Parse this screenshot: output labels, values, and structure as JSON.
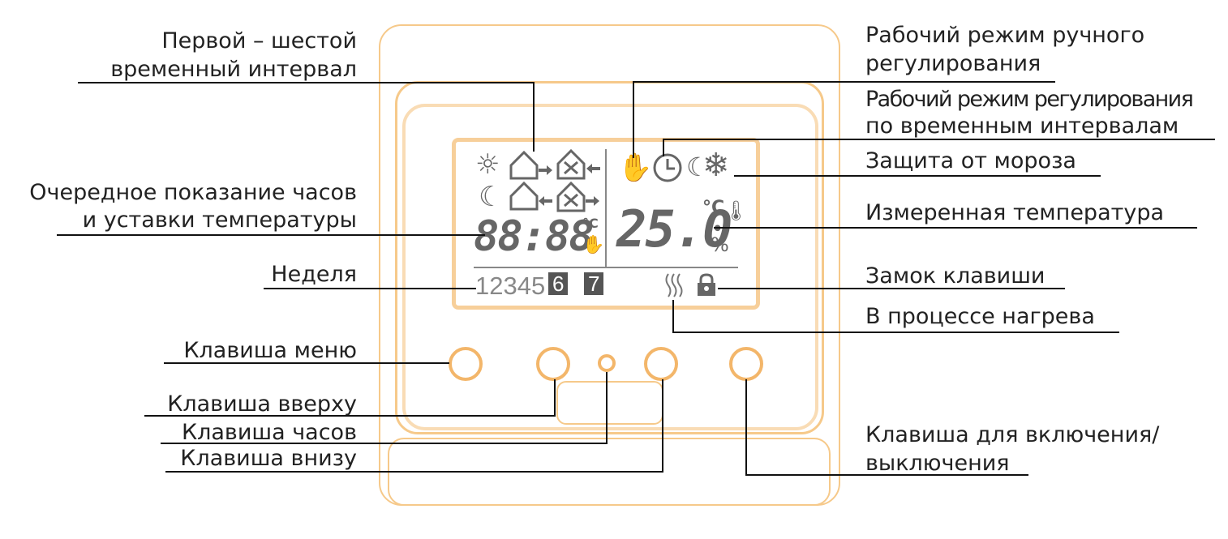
{
  "labels_left": {
    "interval_1": "Первой – шестой",
    "interval_2": "временный интервал",
    "display_1": "Очередное показание часов",
    "display_2": "и уставки температуры",
    "week": "Неделя",
    "menu_key": "Клавиша меню",
    "up_key": "Клавиша вверху",
    "clock_key": "Клавиша часов",
    "down_key": "Клавиша внизу"
  },
  "labels_right": {
    "manual_1": "Рабочий режим ручного",
    "manual_2": "регулирования",
    "interval_mode_1": "Рабочий режим регулирования",
    "interval_mode_2": "по временным интервалам",
    "frost": "Защита от мороза",
    "measured_temp": "Измеренная температура",
    "key_lock": "Замок клавиши",
    "heating": "В процессе нагрева",
    "power_1": "Клавиша для включения/",
    "power_2": "выключения"
  },
  "lcd": {
    "clock_digits": "88:88",
    "clock_unit": "°C",
    "temperature": "25.0",
    "temp_unit": "°C",
    "humidity_unit": "%",
    "week_days": [
      "1",
      "2",
      "3",
      "4",
      "5"
    ],
    "week_days_inverted": [
      "6",
      "7"
    ]
  },
  "icons": {
    "sun": "sun-icon",
    "home_arrive": "home-arrive-icon",
    "home_leave": "home-leave-icon",
    "moon": "moon-icon",
    "hand": "hand-icon",
    "clock": "clock-icon",
    "snowflake": "snowflake-icon",
    "thermometer": "thermometer-icon",
    "heat_waves": "heat-waves-icon",
    "lock": "lock-icon"
  },
  "colors": {
    "frame": "#f6c98a",
    "buttons": "#f3b66a",
    "lcd_text": "#666666",
    "leader_lines": "#111111"
  }
}
